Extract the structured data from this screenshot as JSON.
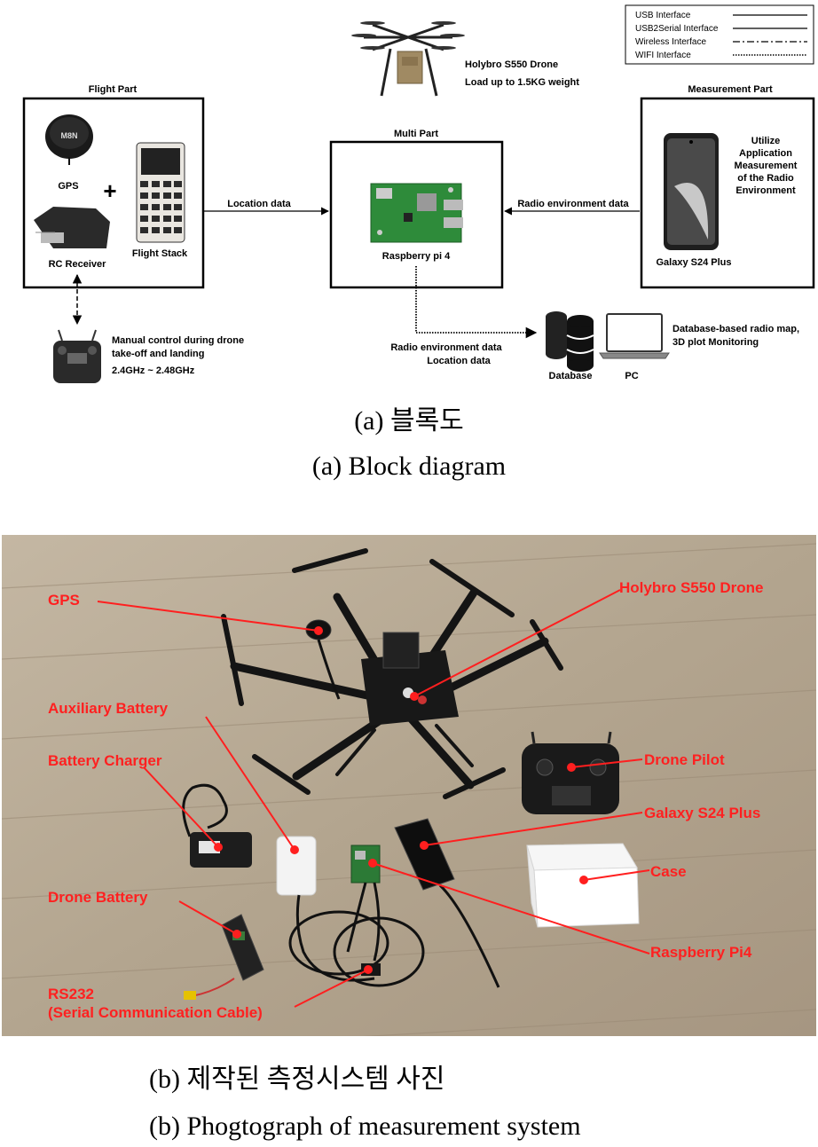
{
  "legend": {
    "usb": "USB Interface",
    "usb2serial": "USB2Serial Interface",
    "wireless": "Wireless Interface",
    "wifi": "WIFI Interface"
  },
  "drone_top": {
    "line1": "Holybro S550 Drone",
    "line2": "Load up to 1.5KG weight"
  },
  "flight_part": {
    "title": "Flight Part",
    "gps": "GPS",
    "rc_receiver": "RC Receiver",
    "flight_stack": "Flight Stack",
    "plus": "+"
  },
  "multi_part": {
    "title": "Multi Part",
    "raspberry": "Raspberry pi 4"
  },
  "measurement_part": {
    "title": "Measurement Part",
    "utilize": [
      "Utilize",
      "Application",
      "Measurement",
      "of the Radio",
      "Environment"
    ],
    "phone": "Galaxy S24 Plus"
  },
  "arrows": {
    "location": "Location data",
    "radio": "Radio environment data"
  },
  "manual": {
    "line1": "Manual control during drone",
    "line2": "take-off and landing",
    "line3": "2.4GHz ~ 2.48GHz"
  },
  "bottom_flow": {
    "line1": "Radio environment data",
    "line2": "Location data"
  },
  "storage": {
    "database": "Database",
    "pc": "PC",
    "note1": "Database-based radio map,",
    "note2": "3D plot Monitoring"
  },
  "caption_a": {
    "korean": "(a)  블록도",
    "english": "(a)  Block  diagram"
  },
  "photo_labels": {
    "gps": "GPS",
    "drone": "Holybro S550 Drone",
    "aux_battery": "Auxiliary Battery",
    "charger": "Battery Charger",
    "pilot": "Drone Pilot",
    "galaxy": "Galaxy S24 Plus",
    "case": "Case",
    "drone_battery": "Drone Battery",
    "raspberry": "Raspberry Pi4",
    "rs232_1": "RS232",
    "rs232_2": "(Serial Communication Cable)"
  },
  "caption_b": {
    "korean": "(b)  제작된  측정시스템  사진",
    "english": "(b)  Phogtograph  of  measurement  system"
  },
  "colors": {
    "label_red": "#ff2020",
    "floor": "#b9ab96"
  }
}
